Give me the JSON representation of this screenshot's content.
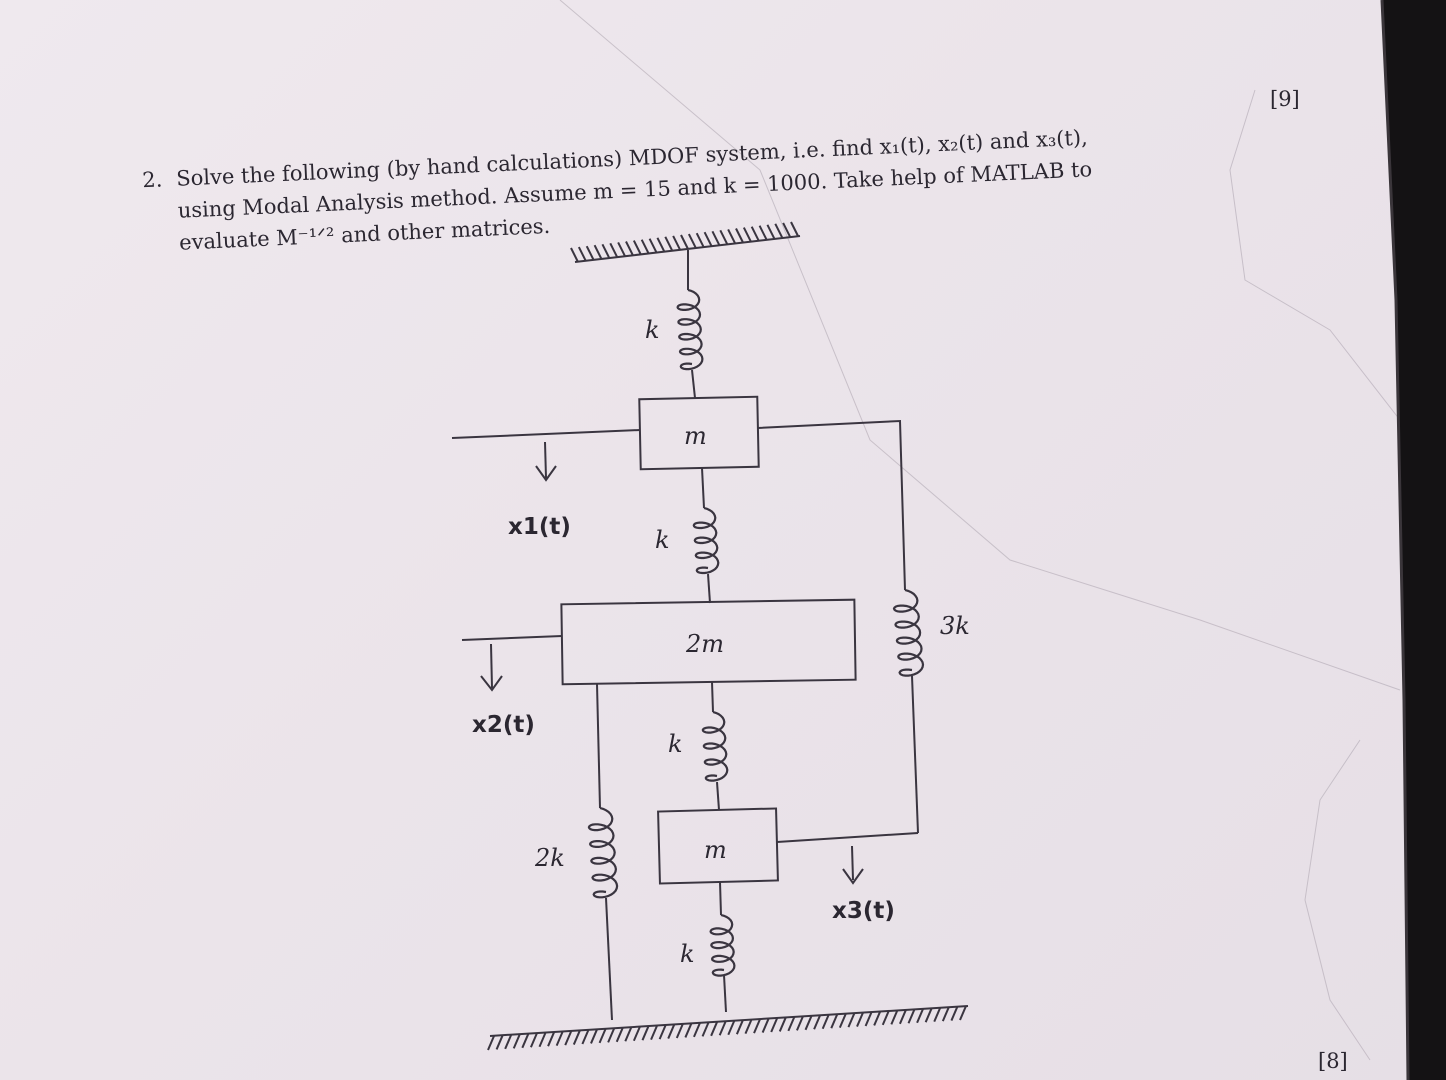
{
  "question": {
    "number": "2.",
    "line1": "Solve the following (by hand calculations) MDOF system, i.e. find x₁(t), x₂(t) and x₃(t),",
    "line2": "using Modal Analysis method. Assume m = 15 and k = 1000. Take help of MATLAB to",
    "line3": "evaluate M⁻¹ᐟ² and other matrices.",
    "marks": "[9]"
  },
  "next_marks": "[8]",
  "diagram": {
    "spring_top": "k",
    "mass_top": "m",
    "spring_mid": "k",
    "mass_mid": "2m",
    "spring_low": "k",
    "mass_low": "m",
    "spring_bottom": "k",
    "spring_left": "2k",
    "spring_right": "3k",
    "disp1": "x1(t)",
    "disp2": "x2(t)",
    "disp3": "x3(t)"
  },
  "colors": {
    "paper": "#ece5eb",
    "ink": "#2b2731",
    "monitor_bezel": "#111111"
  }
}
